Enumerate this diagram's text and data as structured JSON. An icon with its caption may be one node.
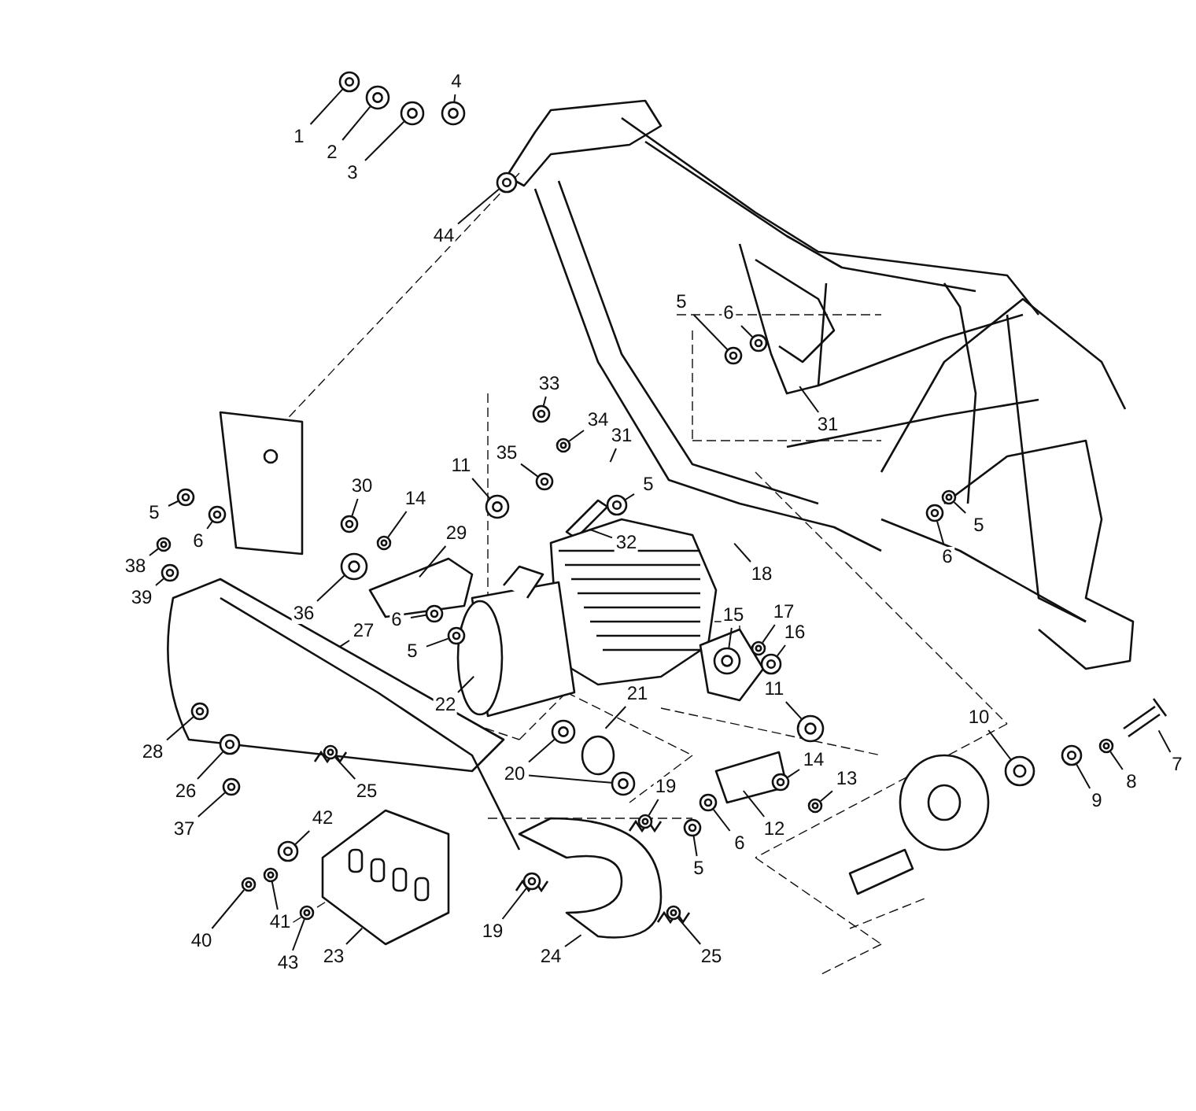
{
  "diagram": {
    "nodes": [
      {
        "text": [
          "4"
        ]
      },
      {
        "text": [
          "1"
        ]
      },
      {
        "text": [
          "2"
        ]
      },
      {
        "text": [
          "3"
        ]
      },
      {
        "text": [
          "44"
        ]
      },
      {
        "text": [
          "5"
        ]
      },
      {
        "text": [
          "6"
        ]
      },
      {
        "text": [
          "33"
        ]
      },
      {
        "text": [
          "31"
        ]
      },
      {
        "text": [
          "34"
        ]
      },
      {
        "text": [
          "31"
        ]
      },
      {
        "text": [
          "35"
        ]
      },
      {
        "text": [
          "11"
        ]
      },
      {
        "text": [
          "5"
        ]
      },
      {
        "text": [
          "30"
        ]
      },
      {
        "text": [
          "14"
        ]
      },
      {
        "text": [
          "5"
        ]
      },
      {
        "text": [
          "29"
        ]
      },
      {
        "text": [
          "6"
        ]
      },
      {
        "text": [
          "32"
        ]
      },
      {
        "text": [
          "38"
        ]
      },
      {
        "text": [
          "5"
        ]
      },
      {
        "text": [
          "6"
        ]
      },
      {
        "text": [
          "18"
        ]
      },
      {
        "text": [
          "39"
        ]
      },
      {
        "text": [
          "36"
        ]
      },
      {
        "text": [
          "15"
        ]
      },
      {
        "text": [
          "17"
        ]
      },
      {
        "text": [
          "6"
        ]
      },
      {
        "text": [
          "27"
        ]
      },
      {
        "text": [
          "16"
        ]
      },
      {
        "text": [
          "5"
        ]
      },
      {
        "text": [
          "21"
        ]
      },
      {
        "text": [
          "11"
        ]
      },
      {
        "text": [
          "22"
        ]
      },
      {
        "text": [
          "10"
        ]
      },
      {
        "text": [
          "7"
        ]
      },
      {
        "text": [
          "28"
        ]
      },
      {
        "text": [
          "14"
        ]
      },
      {
        "text": [
          "20"
        ]
      },
      {
        "text": [
          "8"
        ]
      },
      {
        "text": [
          "13"
        ]
      },
      {
        "text": [
          "19"
        ]
      },
      {
        "text": [
          "26"
        ]
      },
      {
        "text": [
          "25"
        ]
      },
      {
        "text": [
          "9"
        ]
      },
      {
        "text": [
          "42"
        ]
      },
      {
        "text": [
          "12"
        ]
      },
      {
        "text": [
          "37"
        ]
      },
      {
        "text": [
          "6"
        ]
      },
      {
        "text": [
          "5"
        ]
      },
      {
        "text": [
          "41"
        ]
      },
      {
        "text": [
          "40"
        ]
      },
      {
        "text": [
          "19"
        ]
      },
      {
        "text": [
          "23"
        ]
      },
      {
        "text": [
          "24"
        ]
      },
      {
        "text": [
          "25"
        ]
      },
      {
        "text": [
          "43"
        ]
      },
      {
        "text": [],
        "shape": "circle"
      },
      {
        "text": [],
        "shape": "circle"
      },
      {
        "text": [],
        "shape": "circle"
      },
      {
        "text": [],
        "shape": "circle"
      },
      {
        "text": [],
        "shape": "circle"
      },
      {
        "text": [],
        "shape": "circle"
      },
      {
        "text": [],
        "shape": "circle"
      },
      {
        "text": [],
        "shape": "circle"
      },
      {
        "text": [],
        "shape": "circle"
      },
      {
        "text": [],
        "shape": "circle"
      },
      {
        "text": [],
        "shape": "circle"
      },
      {
        "text": [],
        "shape": "circle"
      },
      {
        "text": [],
        "shape": "circle"
      },
      {
        "text": [],
        "shape": "circle"
      },
      {
        "text": [],
        "shape": "circle"
      },
      {
        "text": [],
        "shape": "circle"
      },
      {
        "text": [],
        "shape": "circle"
      },
      {
        "text": [],
        "shape": "circle"
      },
      {
        "text": [],
        "shape": "circle"
      },
      {
        "text": [],
        "shape": "circle"
      },
      {
        "text": [],
        "shape": "circle"
      },
      {
        "text": [],
        "shape": "circle"
      },
      {
        "text": [],
        "shape": "circle"
      },
      {
        "text": [],
        "shape": "circle"
      },
      {
        "text": [],
        "shape": "circle"
      },
      {
        "text": [],
        "shape": "circle"
      },
      {
        "text": [],
        "shape": "circle"
      },
      {
        "text": [],
        "shape": "circle"
      },
      {
        "text": [],
        "shape": "circle"
      },
      {
        "text": [],
        "shape": "circle"
      },
      {
        "text": [],
        "shape": "circle"
      },
      {
        "text": [],
        "shape": "circle"
      },
      {
        "text": [],
        "shape": "circle"
      },
      {
        "text": [],
        "shape": "circle"
      },
      {
        "text": [],
        "shape": "circle"
      },
      {
        "text": [],
        "shape": "circle"
      },
      {
        "text": [],
        "shape": "circle"
      },
      {
        "text": [],
        "shape": "circle"
      },
      {
        "text": [],
        "shape": "circle"
      },
      {
        "text": [],
        "shape": "circle"
      },
      {
        "text": [],
        "shape": "circle"
      },
      {
        "text": [],
        "shape": "circle"
      },
      {
        "text": [],
        "shape": "circle"
      },
      {
        "text": [],
        "shape": "circle"
      },
      {
        "text": [],
        "shape": "circle"
      },
      {
        "text": [],
        "shape": "circle"
      },
      {
        "text": [],
        "shape": "circle"
      }
    ],
    "edges": [
      {
        "from": 0,
        "to": 61,
        "arrow": "none"
      },
      {
        "from": 1,
        "to": 58,
        "arrow": "none"
      },
      {
        "from": 2,
        "to": 59,
        "arrow": "none"
      },
      {
        "from": 3,
        "to": 60,
        "arrow": "none"
      },
      {
        "from": 4,
        "to": 62,
        "arrow": "none"
      },
      {
        "from": 5,
        "to": 64,
        "arrow": "none"
      },
      {
        "from": 6,
        "to": 63,
        "arrow": "none"
      },
      {
        "from": 7,
        "to": 65,
        "arrow": "none"
      },
      {
        "from": 8,
        "to": null,
        "arrow": "none"
      },
      {
        "from": 9,
        "to": 66,
        "arrow": "none"
      },
      {
        "from": 10,
        "to": null,
        "arrow": "none"
      },
      {
        "from": 11,
        "to": 67,
        "arrow": "none"
      },
      {
        "from": 12,
        "to": 71,
        "arrow": "none"
      },
      {
        "from": 13,
        "to": 70,
        "arrow": "none"
      },
      {
        "from": 14,
        "to": 74,
        "arrow": "none"
      },
      {
        "from": 15,
        "to": 76,
        "arrow": "none"
      },
      {
        "from": 16,
        "to": 69,
        "arrow": "none"
      },
      {
        "from": 17,
        "to": null,
        "arrow": "none"
      },
      {
        "from": 18,
        "to": 73,
        "arrow": "none"
      },
      {
        "from": 19,
        "to": null,
        "arrow": "none"
      },
      {
        "from": 20,
        "to": 75,
        "arrow": "none"
      },
      {
        "from": 21,
        "to": 68,
        "arrow": "none"
      },
      {
        "from": 22,
        "to": 72,
        "arrow": "none"
      },
      {
        "from": 23,
        "to": null,
        "arrow": "none"
      },
      {
        "from": 24,
        "to": 77,
        "arrow": "none"
      },
      {
        "from": 25,
        "to": 78,
        "arrow": "none"
      },
      {
        "from": 26,
        "to": 82,
        "arrow": "none"
      },
      {
        "from": 27,
        "to": 81,
        "arrow": "none"
      },
      {
        "from": 28,
        "to": 79,
        "arrow": "none"
      },
      {
        "from": 29,
        "to": null,
        "arrow": "none"
      },
      {
        "from": 30,
        "to": 83,
        "arrow": "none"
      },
      {
        "from": 31,
        "to": 80,
        "arrow": "none"
      },
      {
        "from": 32,
        "to": null,
        "arrow": "none"
      },
      {
        "from": 33,
        "to": 85,
        "arrow": "none"
      },
      {
        "from": 34,
        "to": null,
        "arrow": "none"
      },
      {
        "from": 35,
        "to": 90,
        "arrow": "none"
      },
      {
        "from": 36,
        "to": null,
        "arrow": "none"
      },
      {
        "from": 37,
        "to": 84,
        "arrow": "none"
      },
      {
        "from": 38,
        "to": 91,
        "arrow": "none"
      },
      {
        "from": 39,
        "to": 103,
        "arrow": "none"
      },
      {
        "from": 39,
        "to": 104,
        "arrow": "none"
      },
      {
        "from": 40,
        "to": 87,
        "arrow": "none"
      },
      {
        "from": 41,
        "to": 94,
        "arrow": "none"
      },
      {
        "from": 42,
        "to": 96,
        "arrow": "none"
      },
      {
        "from": 43,
        "to": 86,
        "arrow": "none"
      },
      {
        "from": 44,
        "to": 88,
        "arrow": "none"
      },
      {
        "from": 45,
        "to": 89,
        "arrow": "none"
      },
      {
        "from": 46,
        "to": 97,
        "arrow": "none"
      },
      {
        "from": 47,
        "to": null,
        "arrow": "none"
      },
      {
        "from": 48,
        "to": 92,
        "arrow": "none"
      },
      {
        "from": 49,
        "to": 93,
        "arrow": "none"
      },
      {
        "from": 50,
        "to": 95,
        "arrow": "none"
      },
      {
        "from": 51,
        "to": 98,
        "arrow": "none"
      },
      {
        "from": 52,
        "to": 100,
        "arrow": "none"
      },
      {
        "from": 53,
        "to": 99,
        "arrow": "none"
      },
      {
        "from": 54,
        "to": null,
        "arrow": "none"
      },
      {
        "from": 55,
        "to": null,
        "arrow": "none"
      },
      {
        "from": 56,
        "to": 102,
        "arrow": "none"
      },
      {
        "from": 57,
        "to": 101,
        "arrow": "none"
      }
    ]
  }
}
